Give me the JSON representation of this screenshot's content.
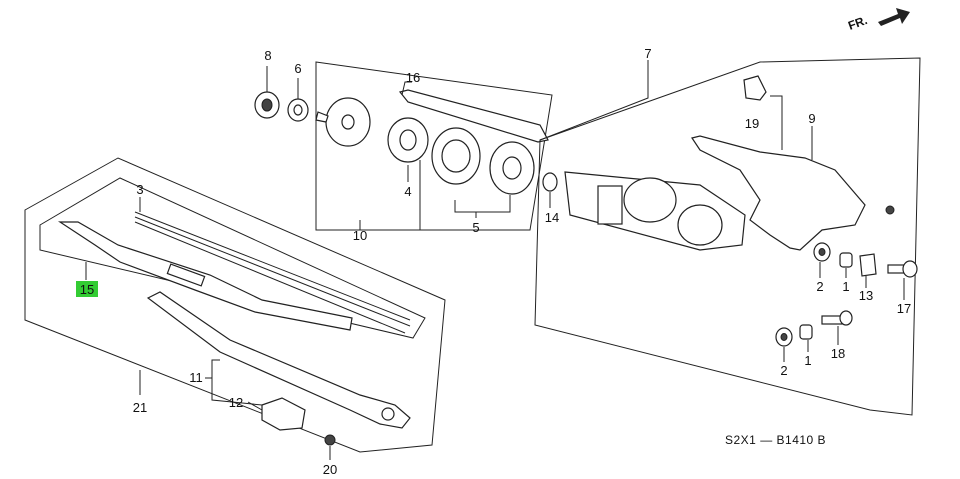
{
  "callouts": {
    "c1a": "1",
    "c1b": "1",
    "c2a": "2",
    "c2b": "2",
    "c3": "3",
    "c4": "4",
    "c5": "5",
    "c6": "6",
    "c7": "7",
    "c8": "8",
    "c9": "9",
    "c10": "10",
    "c11": "11",
    "c12": "12",
    "c13": "13",
    "c14": "14",
    "c15": "15",
    "c16": "16",
    "c17": "17",
    "c18": "18",
    "c19": "19",
    "c20": "20",
    "c21": "21"
  },
  "highlight_color": "#33cc33",
  "direction_label": "FR.",
  "diagram_code": "S2X1 — B1410 B"
}
